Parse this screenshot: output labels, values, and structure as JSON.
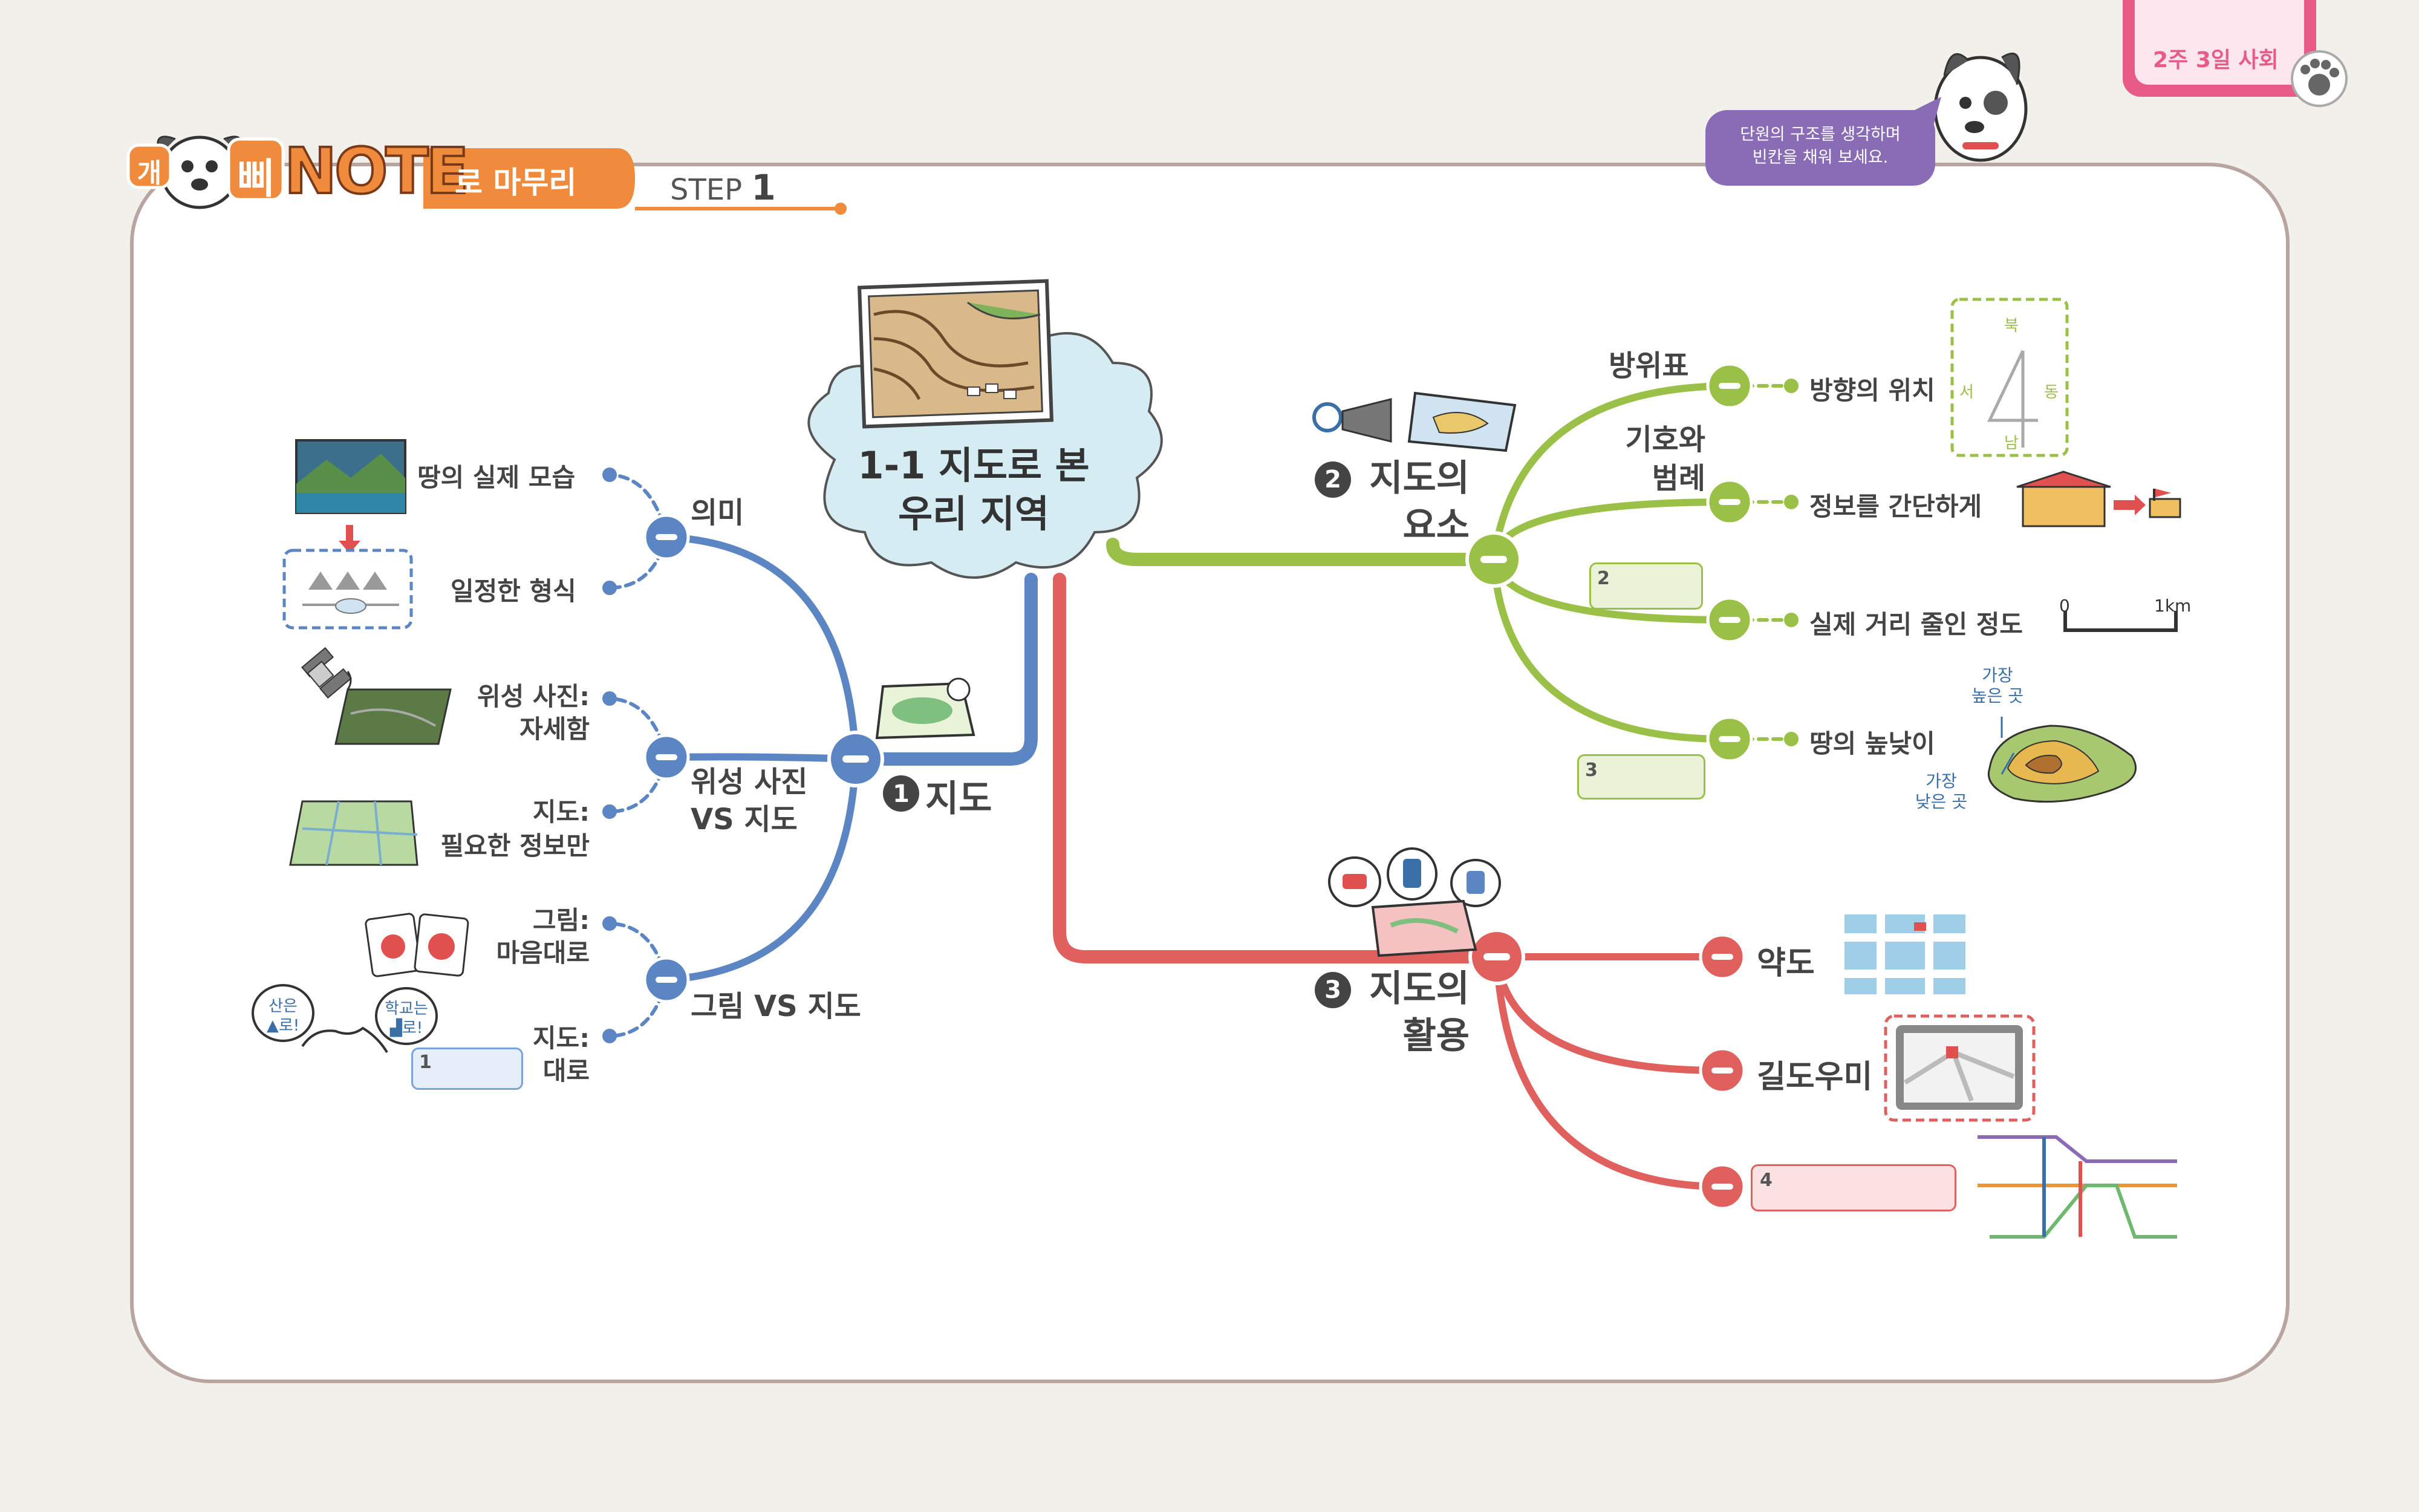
{
  "tag": {
    "week_day": "2주 3일 사회"
  },
  "header": {
    "logo_kae": "개",
    "logo_ppi": "삐",
    "logo_note": "NOTE",
    "ro_maurri": "로 마무리",
    "step_text": "STEP",
    "step_num": "1"
  },
  "speech_bubble": {
    "line1": "단원의 구조를 생각하며",
    "line2": "빈칸을 채워 보세요."
  },
  "center": {
    "line1": "1-1 지도로 본",
    "line2": "우리 지역"
  },
  "branch1": {
    "num": "1",
    "label": "지도",
    "sub_meaning": {
      "label": "의미",
      "leaf1": "땅의 실제 모습",
      "leaf2": "일정한 형식"
    },
    "sub_satellite": {
      "label_line1": "위성 사진",
      "label_line2": "VS 지도",
      "leaf1_line1": "위성 사진:",
      "leaf1_line2": "자세함",
      "leaf2_line1": "지도:",
      "leaf2_line2": "필요한 정보만"
    },
    "sub_picture": {
      "label": "그림 VS 지도",
      "leaf1_line1": "그림:",
      "leaf1_line2": "마음대로",
      "leaf2_line1": "지도:",
      "leaf2_line2": "대로",
      "blank_num": "1"
    },
    "bubble_left": {
      "line1": "산은",
      "line2": "▲로!"
    },
    "bubble_right": {
      "line1": "학교는",
      "line2": "▟로!"
    }
  },
  "branch2": {
    "num": "2",
    "label_line1": "지도의",
    "label_line2": "요소",
    "sub_compass": {
      "label": "방위표",
      "leaf": "방향의 위치",
      "n": "북",
      "s": "남",
      "w": "서",
      "e": "동"
    },
    "sub_symbol": {
      "label_line1": "기호와",
      "label_line2": "범례",
      "leaf": "정보를 간단하게"
    },
    "sub_scale": {
      "blank_num": "2",
      "leaf": "실제 거리 줄인 정도",
      "scale_zero": "0",
      "scale_km": "1km"
    },
    "sub_height": {
      "blank_num": "3",
      "leaf": "땅의 높낮이",
      "high_line1": "가장",
      "high_line2": "높은 곳",
      "low_line1": "가장",
      "low_line2": "낮은 곳"
    }
  },
  "branch3": {
    "num": "3",
    "label_line1": "지도의",
    "label_line2": "활용",
    "sub_sketch": {
      "label": "약도"
    },
    "sub_navi": {
      "label": "길도우미"
    },
    "sub_blank": {
      "blank_num": "4"
    }
  },
  "colors": {
    "blue": "#5c85c4",
    "green": "#9bc048",
    "red": "#e0605e",
    "orange": "#f08a3c",
    "pink_tag": "#e85b86",
    "purple_bubble": "#8a6bb5"
  }
}
